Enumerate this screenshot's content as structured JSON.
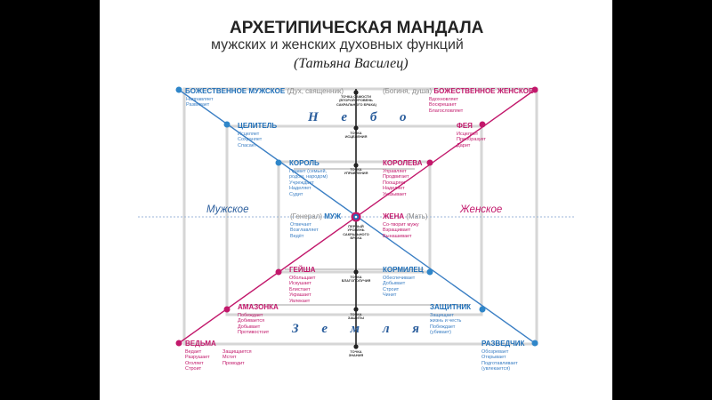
{
  "title": {
    "line1": "АРХЕТИПИЧЕСКАЯ МАНДАЛА",
    "line2": "мужских и женских духовных функций",
    "author": "(Татьяна Василец)"
  },
  "labels": {
    "sky": "Н е б о",
    "earth": "З е м л я",
    "male_side": "Мужское",
    "female_side": "Женское"
  },
  "masculine": [
    {
      "key": "bozh_m",
      "prefix": "",
      "name": "БОЖЕСТВЕННОЕ МУЖСКОЕ",
      "suffix": " (Дух, священник)",
      "verbs": [
        "Направляет",
        "Развивает"
      ],
      "verbs2": []
    },
    {
      "key": "tselitel",
      "prefix": "",
      "name": "ЦЕЛИТЕЛЬ",
      "suffix": "",
      "verbs": [
        "Исцеляет",
        "Сохраняет",
        "Спасает"
      ],
      "verbs2": []
    },
    {
      "key": "korol",
      "prefix": "",
      "name": "КОРОЛЬ",
      "suffix": "",
      "verbs": [
        "Правит (семьей,",
        "родом, народом)",
        "Учреждает",
        "Наделяет",
        "Судит"
      ],
      "verbs2": []
    },
    {
      "key": "muzh",
      "prefix": "(Генерал) ",
      "name": "МУЖ",
      "suffix": "",
      "verbs": [
        "Отвечает",
        "Возглавляет",
        "Ведёт"
      ],
      "verbs2": []
    },
    {
      "key": "geisha",
      "prefix": "",
      "name": "ГЕЙША",
      "suffix": "",
      "verbs": [
        "Обольщает",
        "Искушает",
        "Блистает",
        "Украшает",
        "Увлекает"
      ],
      "verbs2": []
    },
    {
      "key": "amazonka",
      "prefix": "",
      "name": "АМАЗОНКА",
      "suffix": "",
      "verbs": [
        "Побеждает",
        "Добивается",
        "Добывает",
        "Противостоит"
      ],
      "verbs2": []
    },
    {
      "key": "vedma",
      "prefix": "",
      "name": "ВЕДЬМА",
      "suffix": "",
      "verbs": [
        "Ведает",
        "Разрушает",
        "Оголяет",
        "Строит"
      ],
      "verbs2": [
        "Защищается",
        "Мстит",
        "Проводит"
      ]
    }
  ],
  "feminine": [
    {
      "key": "bozh_f",
      "prefix": "(Богиня, душа) ",
      "name": "БОЖЕСТВЕННОЕ ЖЕНСКОЕ",
      "suffix": "",
      "verbs": [
        "Вдохновляет",
        "Воскрешает",
        "Благословляет"
      ]
    },
    {
      "key": "feya",
      "prefix": "",
      "name": "ФЕЯ",
      "suffix": "",
      "verbs": [
        "Исцеляет",
        "Преобразует",
        "Дарит"
      ]
    },
    {
      "key": "koroleva",
      "prefix": "",
      "name": "КОРОЛЕВА",
      "suffix": "",
      "verbs": [
        "Управляет",
        "Продвигает",
        "Поощряет",
        "Наделяет",
        "Указывает"
      ]
    },
    {
      "key": "zhena",
      "prefix": "",
      "name": "ЖЕНА",
      "suffix": " (Мать)",
      "verbs": [
        "Со-творит мужу",
        "Взращивает",
        "Вынашивает"
      ]
    },
    {
      "key": "kormilets",
      "prefix": "",
      "name": "КОРМИЛЕЦ",
      "suffix": "",
      "verbs": [
        "Обеспечивает",
        "Добывает",
        "Строит",
        "Чинит"
      ]
    },
    {
      "key": "zashchitnik",
      "prefix": "",
      "name": "ЗАЩИТНИК",
      "suffix": "",
      "verbs": [
        "Защищает",
        "жизнь и честь",
        "Побеждает",
        "(убивает)"
      ]
    },
    {
      "key": "razvedchik",
      "prefix": "",
      "name": "РАЗВЕДЧИК",
      "suffix": "",
      "verbs": [
        "Обозревает",
        "Открывает",
        "Подготавливает",
        "(увлекается)"
      ]
    }
  ],
  "points": [
    {
      "key": "p1",
      "lines": [
        "ТОЧКА САМОСТИ",
        "(ВТОРОЙ УРОВЕНЬ",
        "САКРАЛЬНОГО БРАКА)"
      ]
    },
    {
      "key": "p2",
      "lines": [
        "ТОЧКА",
        "ИСЦЕЛЕНИЯ"
      ]
    },
    {
      "key": "p3",
      "lines": [
        "ТОЧКА",
        "УПРАВЛЕНИЯ"
      ]
    },
    {
      "key": "p4",
      "lines": [
        "ПЕРВЫЙ",
        "УРОВЕНЬ",
        "САКРАЛЬНОГО",
        "БРАКА"
      ]
    },
    {
      "key": "p5",
      "lines": [
        "ТОЧКА",
        "БЛАГОПОЛУЧИЯ"
      ]
    },
    {
      "key": "p6",
      "lines": [
        "ТОЧКА",
        "ЗАЩИТЫ"
      ]
    },
    {
      "key": "p7",
      "lines": [
        "ТОЧКА",
        "ЗНАНИЯ"
      ]
    }
  ],
  "colors": {
    "masculine": "#1f6fb8",
    "feminine": "#c2186b",
    "frame": "#d2d2d2",
    "axis": "#222222",
    "background": "#000000",
    "paper": "#ffffff"
  }
}
